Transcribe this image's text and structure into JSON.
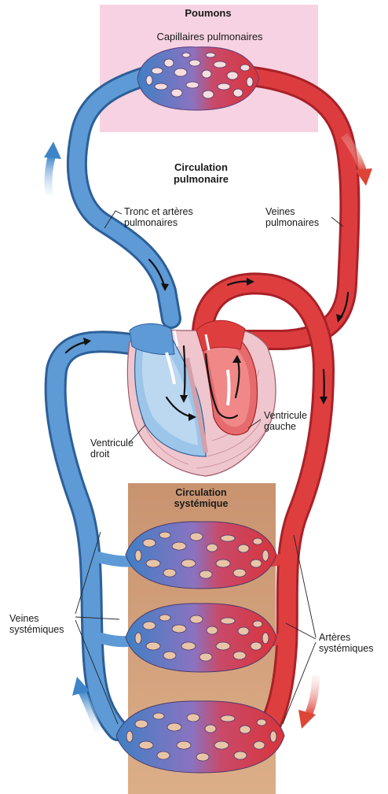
{
  "title": "Poumons",
  "labels": {
    "capillaires_pulmonaires": "Capillaires pulmonaires",
    "circulation_pulmonaire": "Circulation\npulmonaire",
    "tronc_arteres": "Tronc et artères\npulmonaires",
    "veines_pulmonaires": "Veines\npulmonaires",
    "ventricule_droit": "Ventricule\ndroit",
    "ventricule_gauche": "Ventricule\ngauche",
    "circulation_systemique": "Circulation\nsystémique",
    "veines_systemiques": "Veines\nsystémiques",
    "arteres_systemiques": "Artères\nsystémiques"
  },
  "colors": {
    "oxygen_poor_blood": "#4a86c6",
    "oxygen_rich_blood": "#d9353a",
    "lungs_region": "#f6cfe0",
    "systemic_region": "#d9a882",
    "heart_tissue": "#efc4cc"
  }
}
